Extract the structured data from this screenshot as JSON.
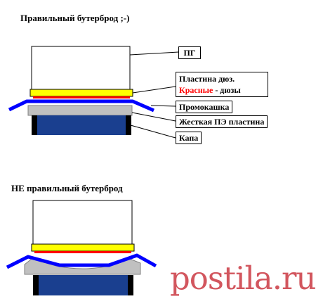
{
  "diagram1": {
    "title": "Правильный бутерброд ;-)",
    "labels": {
      "pg": "ПГ",
      "plate": "Пластина дюз.",
      "red_word": "Красные",
      "red_rest": " - дюзы",
      "blotter": "Промокашка",
      "pe_plate": "Жесткая ПЭ пластина",
      "capa": "Капа"
    }
  },
  "diagram2": {
    "title": "НЕ правильный бутерброд"
  },
  "watermark": "postila.ru",
  "colors": {
    "blue_film": "#0000ff",
    "cap_body": "#1a3f8f",
    "plate": "#ffff00",
    "nozzles": "#ff0000",
    "gray_plate": "#c0c0c0",
    "watermark": "#d2565e"
  }
}
